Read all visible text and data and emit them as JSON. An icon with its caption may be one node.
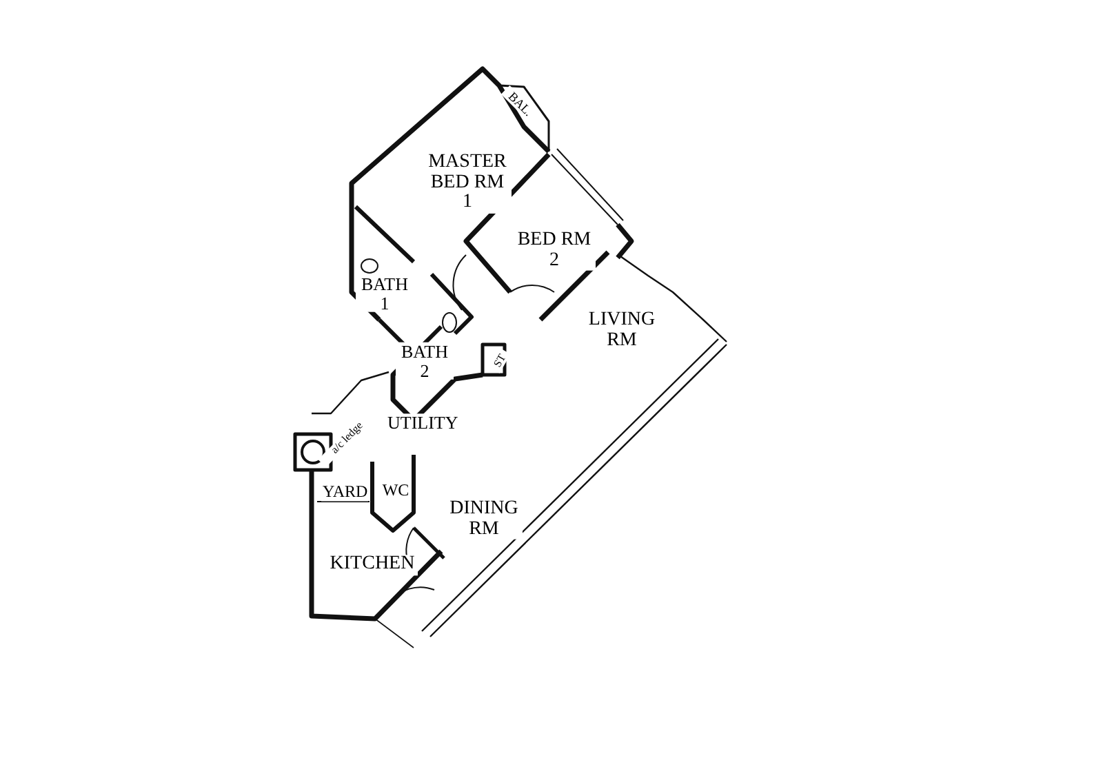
{
  "diagram": {
    "labels": [
      "BAL.",
      "MASTER BED RM 1",
      "BED RM 2",
      "BATH 1",
      "LIVING RM",
      "BATH 2",
      "ST",
      "a/c ledge",
      "UTILITY",
      "YARD",
      "WC",
      "DINING RM",
      "KITCHEN"
    ]
  }
}
